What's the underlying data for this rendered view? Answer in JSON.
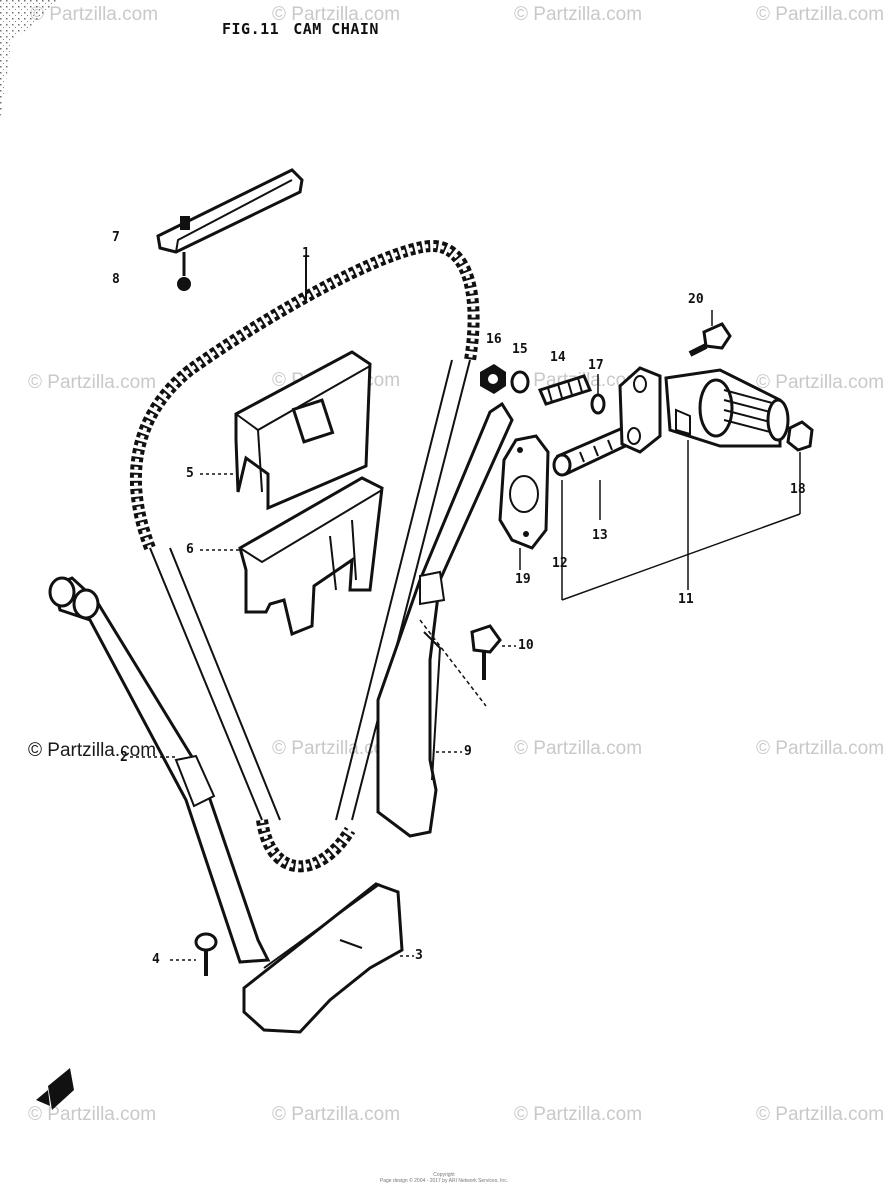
{
  "figure": {
    "number": "FIG.11",
    "title": "CAM CHAIN"
  },
  "watermark": "© Partzilla.com",
  "callouts": [
    "1",
    "2",
    "3",
    "4",
    "5",
    "6",
    "7",
    "8",
    "9",
    "10",
    "11",
    "12",
    "13",
    "14",
    "15",
    "16",
    "17",
    "18",
    "19",
    "20"
  ],
  "copyright": {
    "line1": "Copyright",
    "line2": "Page design © 2004 - 2017 by ARI Network Services, Inc."
  },
  "colors": {
    "ink": "#111111",
    "watermark": "#c9c9c9",
    "background": "#ffffff"
  }
}
